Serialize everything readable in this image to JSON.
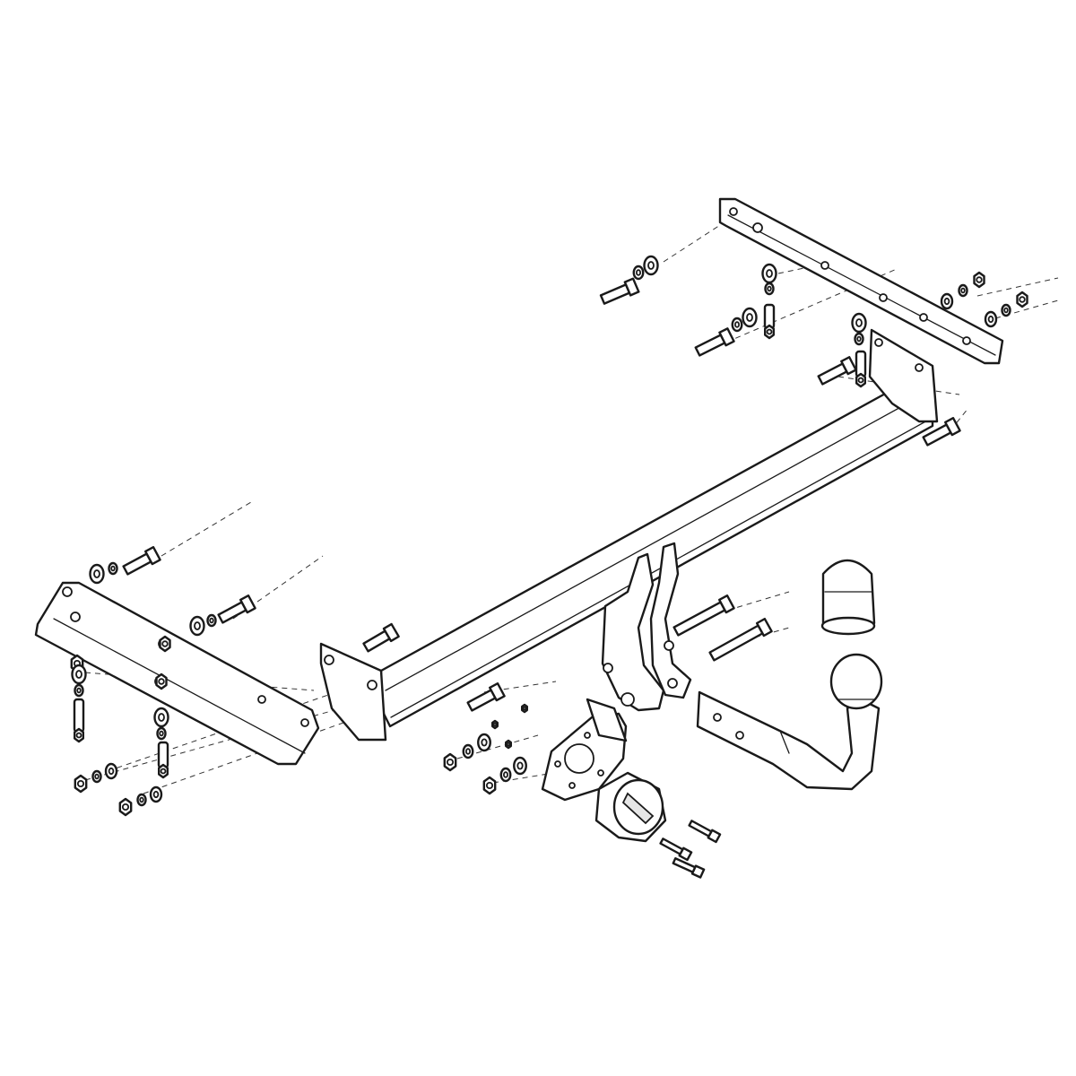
{
  "diagram": {
    "kind": "exploded-assembly-line-drawing",
    "colors": {
      "line": "#1a1a1a",
      "background": "#ffffff"
    },
    "parts": {
      "crossbar": "main-crossbar-beam",
      "left_bracket": "left-mounting-bracket",
      "right_bracket": "right-mounting-bracket",
      "ball": "tow-ball-neck",
      "cap": "tow-ball-cover-cap",
      "socket_plate": "electrical-socket-plate",
      "socket": "trailer-electrical-socket"
    }
  }
}
